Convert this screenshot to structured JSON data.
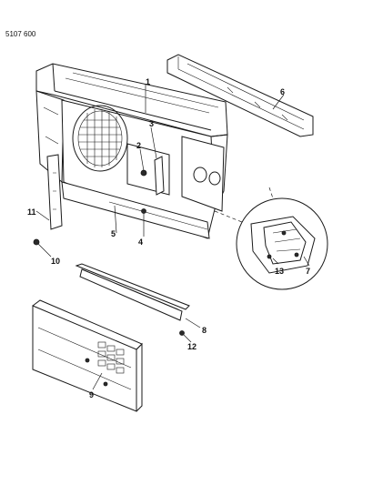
{
  "diagram_code": "5107 600",
  "callouts": [
    "1",
    "2",
    "3",
    "4",
    "5",
    "6",
    "7",
    "8",
    "9",
    "10",
    "11",
    "12",
    "13"
  ]
}
